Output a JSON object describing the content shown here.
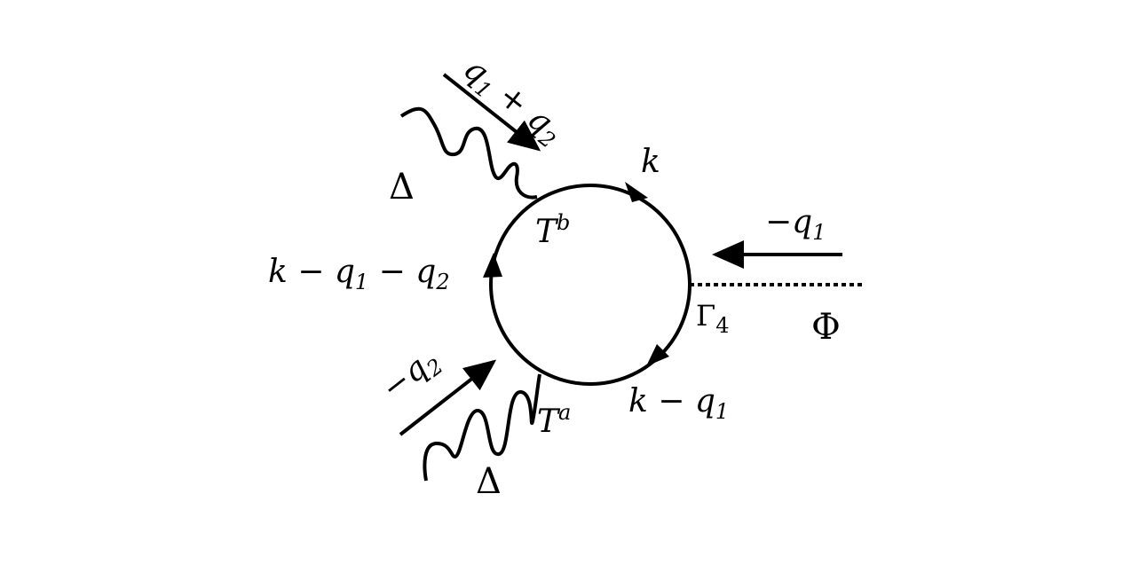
{
  "diagram": {
    "loop_labels": {
      "top": "k",
      "bottom_right": "k − q",
      "bottom_right_sub": "1",
      "left": "k − q",
      "left_sub1": "1",
      "left_mid": " − q",
      "left_sub2": "2"
    },
    "vertices": {
      "top_vertex": "T",
      "top_vertex_sup": "b",
      "bottom_vertex": "T",
      "bottom_vertex_sup": "a",
      "right_vertex": "Γ",
      "right_vertex_sub": "4"
    },
    "external_lines": {
      "top_wavy": "Δ",
      "bottom_wavy": "Δ",
      "dotted": "Φ"
    },
    "momenta": {
      "top": "q",
      "top_sub1": "1",
      "top_plus": " + q",
      "top_sub2": "2",
      "bottom": "−q",
      "bottom_sub": "2",
      "right": "−q",
      "right_sub": "1"
    }
  }
}
